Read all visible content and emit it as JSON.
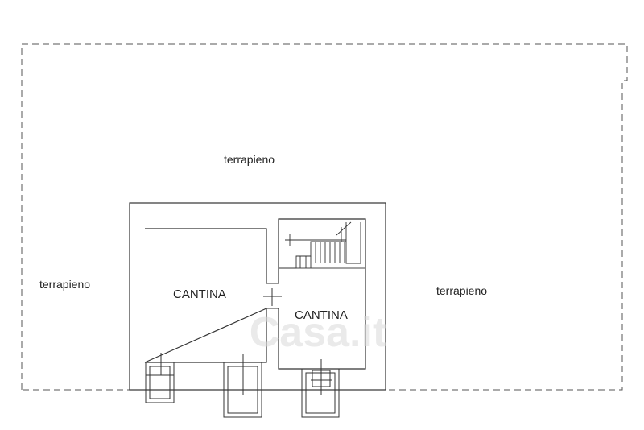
{
  "labels": {
    "terrapieno_top": "terrapieno",
    "terrapieno_left": "terrapieno",
    "terrapieno_right": "terrapieno",
    "cantina_left": "CANTINA",
    "cantina_right": "CANTINA"
  },
  "watermark": "Casa.it",
  "colors": {
    "line": "#333333",
    "dash": "#555555",
    "background": "#ffffff"
  }
}
